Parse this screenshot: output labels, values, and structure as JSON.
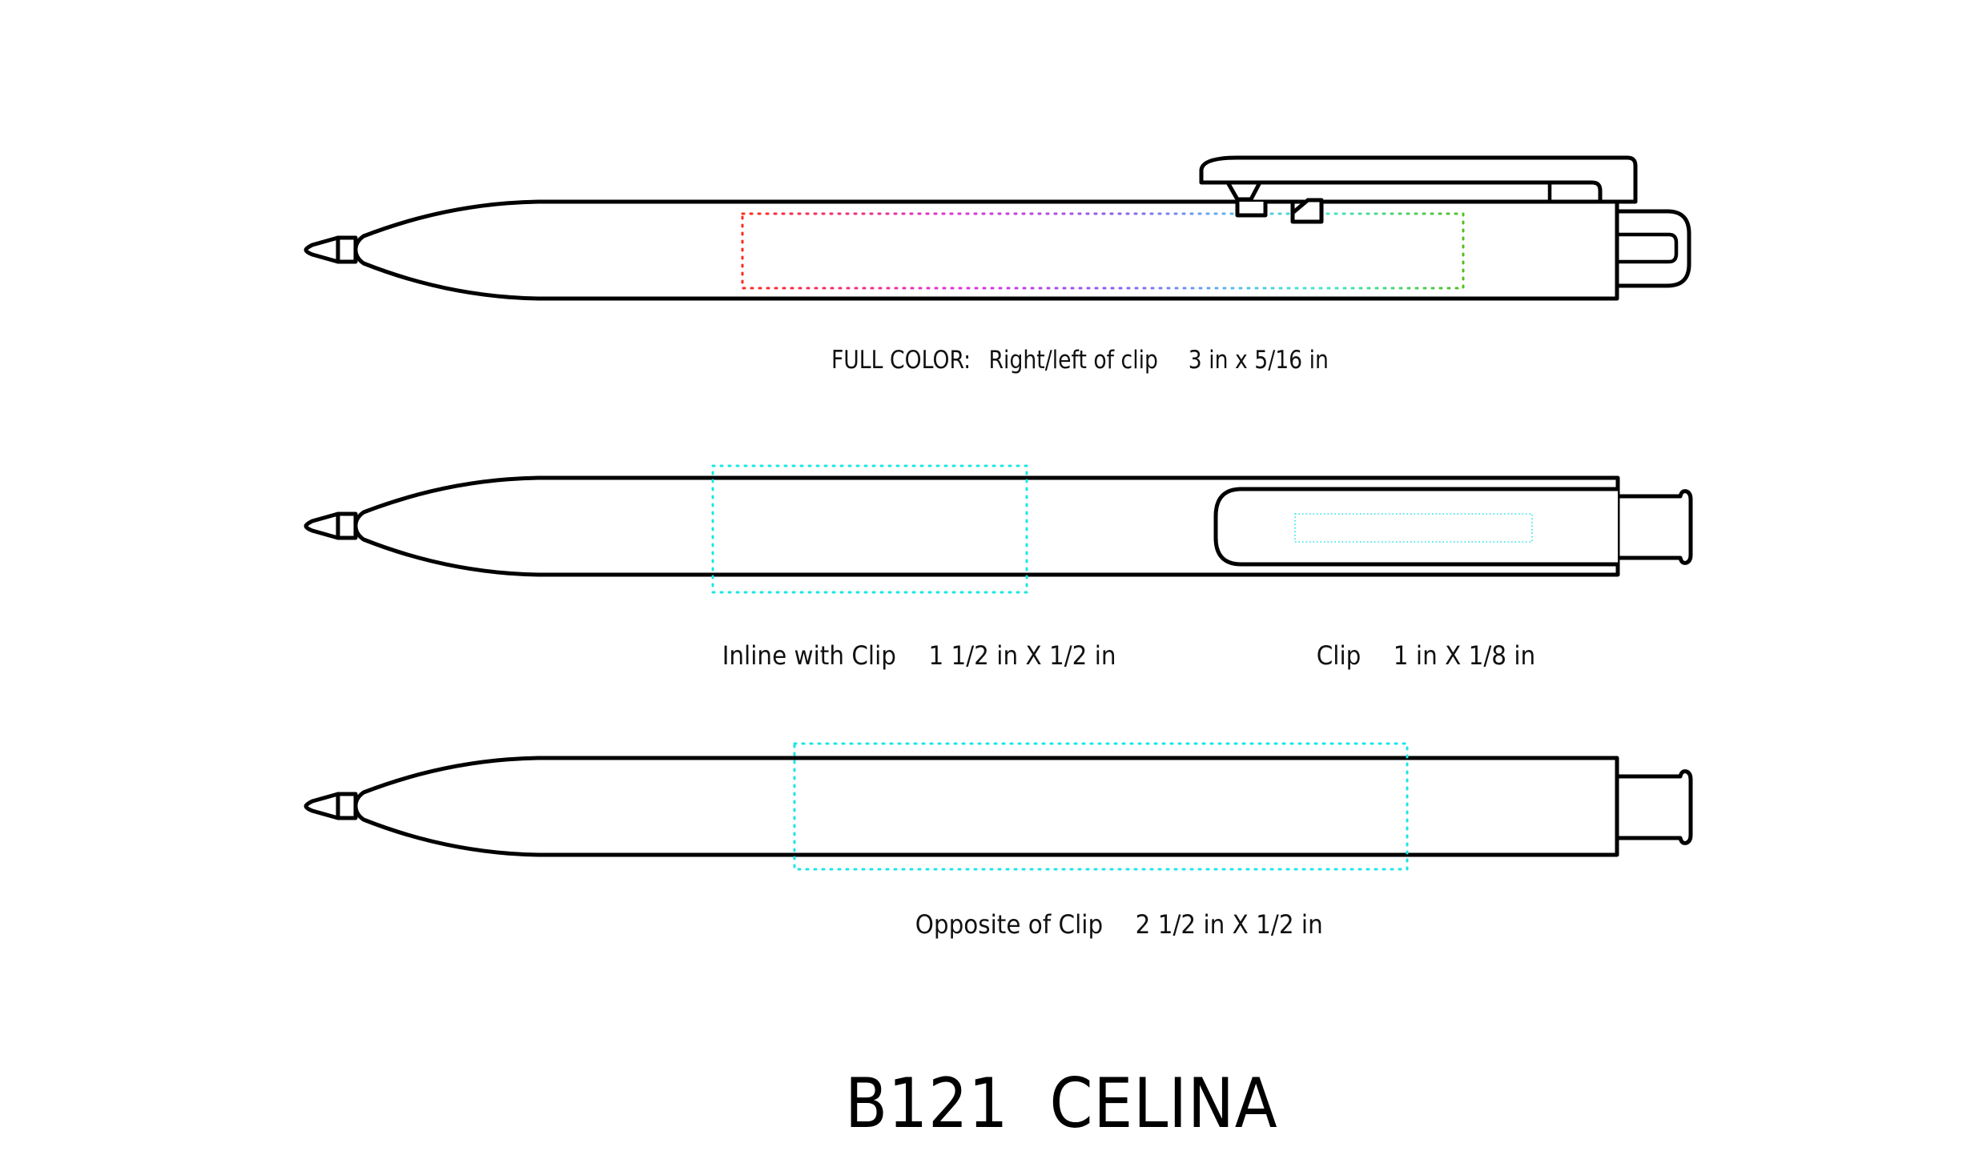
{
  "diagram": {
    "product_code": "B121",
    "product_name": "CELINA",
    "title_gap": "  ",
    "views": [
      {
        "name": "clip-side-view",
        "imprint_areas": [
          {
            "method": "FULL COLOR",
            "method_separator": ":",
            "location": "Right/left of clip",
            "size": "3 in x 5/16 in",
            "border_style": "dotted-rainbow",
            "gradient_colors": [
              "#ff2a1a",
              "#e030d8",
              "#8a5cf0",
              "#5ab8f0",
              "#40e8d0",
              "#55d035",
              "#50c020"
            ]
          }
        ]
      },
      {
        "name": "clip-front-view",
        "imprint_areas": [
          {
            "location": "Inline with Clip",
            "size": "1 1/2 in X 1/2 in",
            "border_style": "dotted",
            "color": "#19e6e6"
          },
          {
            "location": "Clip",
            "size": "1 in X 1/8 in",
            "border_style": "dotted-fine",
            "color": "#19e6e6"
          }
        ]
      },
      {
        "name": "back-view",
        "imprint_areas": [
          {
            "location": "Opposite of Clip",
            "size": "2 1/2 in X 1/2 in",
            "border_style": "dotted",
            "color": "#19e6e6"
          }
        ]
      }
    ]
  }
}
